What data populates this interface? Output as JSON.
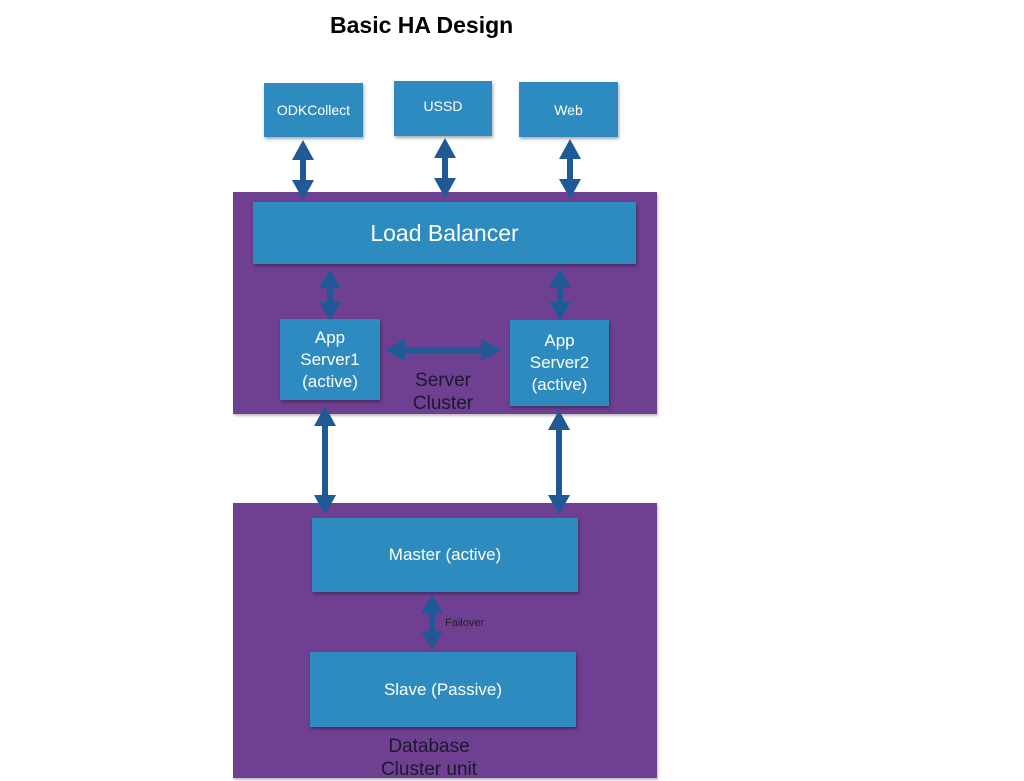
{
  "diagram": {
    "title": "Basic HA Design",
    "clients": [
      {
        "id": "odk",
        "label": "ODKCollect"
      },
      {
        "id": "ussd",
        "label": "USSD"
      },
      {
        "id": "web",
        "label": "Web"
      }
    ],
    "server_cluster": {
      "caption": "Server\nCluster",
      "load_balancer": "Load Balancer",
      "app_server1": "App\nServer1\n(active)",
      "app_server2": "App\nServer2\n(active)"
    },
    "database_cluster": {
      "caption": "Database\nCluster unit",
      "master": "Master (active)",
      "slave": "Slave (Passive)",
      "failover_label": "Failover"
    },
    "colors": {
      "cluster_fill": "#6f3f92",
      "box_fill": "#2e8bc0",
      "arrow": "#1f5a96"
    },
    "connections": [
      {
        "from": "ODKCollect",
        "to": "Load Balancer",
        "type": "bidirectional"
      },
      {
        "from": "USSD",
        "to": "Load Balancer",
        "type": "bidirectional"
      },
      {
        "from": "Web",
        "to": "Load Balancer",
        "type": "bidirectional"
      },
      {
        "from": "Load Balancer",
        "to": "App Server1",
        "type": "bidirectional"
      },
      {
        "from": "Load Balancer",
        "to": "App Server2",
        "type": "bidirectional"
      },
      {
        "from": "App Server1",
        "to": "App Server2",
        "type": "bidirectional"
      },
      {
        "from": "App Server1",
        "to": "Master",
        "type": "bidirectional"
      },
      {
        "from": "App Server2",
        "to": "Master",
        "type": "bidirectional"
      },
      {
        "from": "Master",
        "to": "Slave",
        "type": "bidirectional",
        "label": "Failover"
      }
    ]
  }
}
